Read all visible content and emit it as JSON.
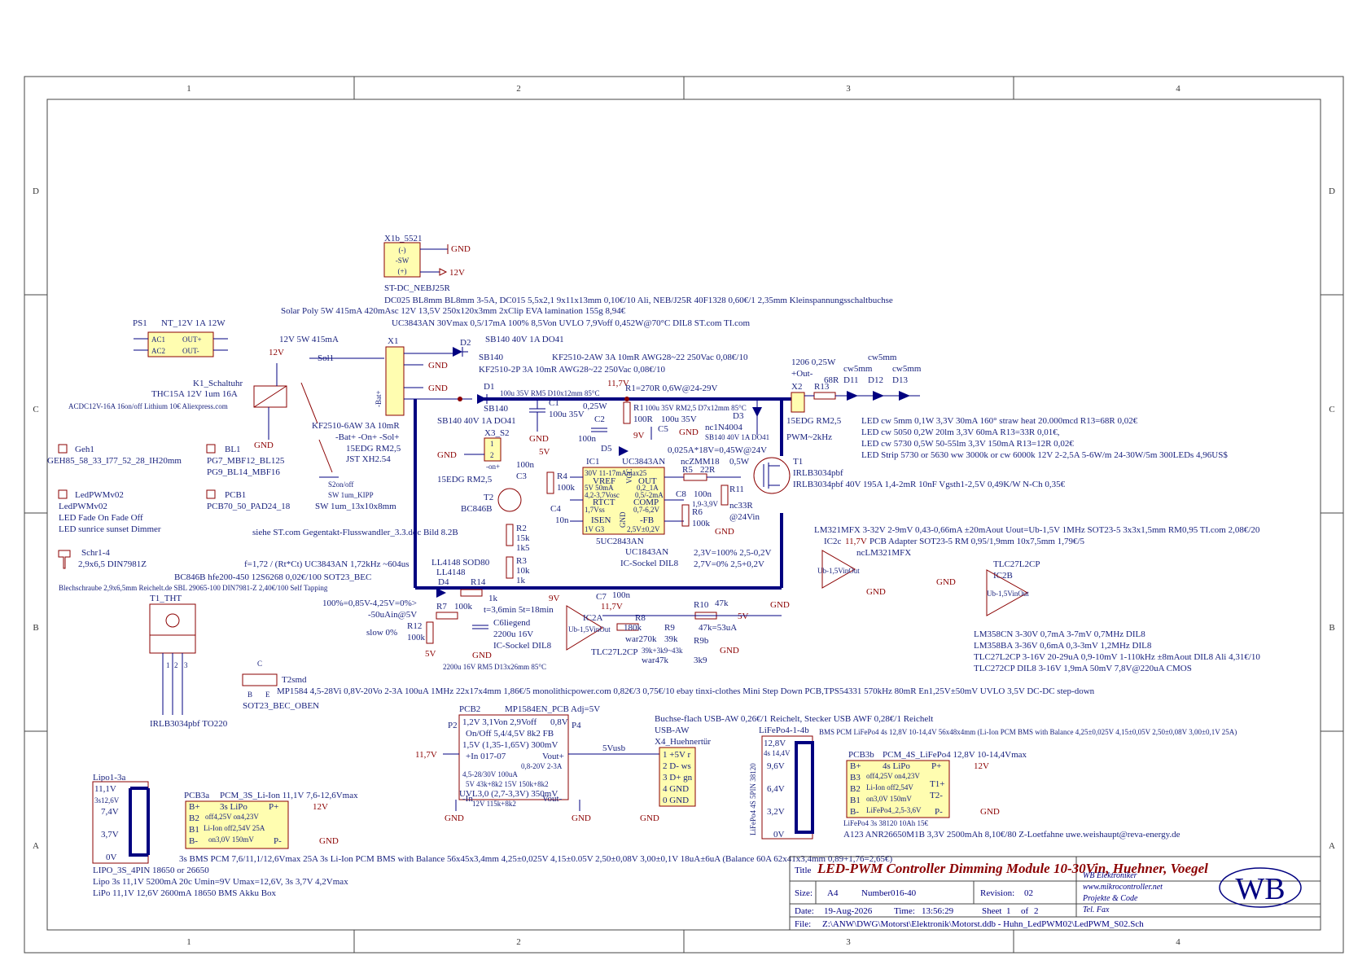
{
  "frame": {
    "cols": [
      "1",
      "2",
      "3",
      "4"
    ],
    "rows": [
      "D",
      "C",
      "B",
      "A"
    ]
  },
  "title_block": {
    "title_label": "Title",
    "title": "LED-PWM Controller Dimming Module 10-30Vin, Huehner, Voegel",
    "size_label": "Size:",
    "size": "A4",
    "number_label": "Number",
    "number": "016-40",
    "revision_label": "Revision:",
    "revision": "02",
    "date_label": "Date:",
    "date": "19-Aug-2026",
    "time_label": "Time:",
    "time": "13:56:29",
    "sheet_label": "Sheet",
    "sheet": "1",
    "of_label": "of",
    "of": "2",
    "file_label": "File:",
    "file": "Z:\\ANW\\DWG\\Motorst\\Elektronik\\Motorst.ddb - Huhn_LedPWM02\\LedPWM_S02.Sch",
    "company": [
      "WB Elektroniker",
      "www.mikrocontroller.net",
      "Projekte & Code",
      "Tel. Fax"
    ],
    "logo": "WB"
  },
  "notes": {
    "x1b_name": "X1b_5521",
    "x1b_pins": [
      "(-)",
      "-SW",
      "(+)"
    ],
    "x1b_part": "ST-DC_NEBJ25R",
    "top1": "DC025 BL8mm BL8mm 3-5A, DC015 5,5x2,1 9x11x13mm 0,10€/10 Ali, NEB/J25R 40F1328 0,60€/1 2,35mm Kleinspannungsschaltbuchse",
    "top2": "Solar Poly 5W 415mA 420mAsc 12V 13,5V 250x120x3mm 2xClip EVA lamination 155g 8,94€",
    "top3": "UC3843AN 30Vmax 0,5/17mA 100% 8,5Von UVLO 7,9Voff 0,452W@70°C DIL8 ST.com TI.com",
    "ps1_name": "PS1",
    "ps1_part": "NT_12V 1A 12W",
    "ps1_pins": [
      "AC1",
      "AC2",
      "OUT+",
      "OUT-"
    ],
    "sol_label": "12V 5W 415mA",
    "sol_net": "Sol1",
    "x1_name": "X1",
    "x1_pin_label": "-Bat+",
    "d2_name": "D2",
    "d2_part": "SB140",
    "d2_desc": "SB140 40V 1A DO41",
    "kf1": "KF2510-2AW 3A 10mR AWG28~22 250Vac 0,08€/10",
    "kf2": "KF2510-2P 3A 10mR AWG28~22 250Vac 0,08€/10",
    "k1_name": "K1_Schaltuhr",
    "k1_part": "THC15A 12V 1um 16A",
    "k1_desc": "ACDC12V-16A 16on/off Lithium 10€ Aliexpress.com",
    "kf3": "KF2510-6AW 3A 10mR",
    "kf3b": "-Bat+ -On+ -Sol+",
    "edg1": "15EDG RM2,5",
    "jst": "JST XH2.54",
    "geh1": "Geh1",
    "geh1_part": "GEH85_58_33_I77_52_28_IH20mm",
    "bl1": "BL1",
    "bl1_part1": "PG7_MBF12_BL125",
    "bl1_part2": "PG9_BL14_MBF16",
    "ledpwm_name": "LedPWMv02",
    "ledpwm_part": "LedPWMv02",
    "ledpwm_d1": "LED Fade On Fade Off",
    "ledpwm_d2": "LED sunrice sunset Dimmer",
    "pcb1": "PCB1",
    "pcb1_part": "PCB70_50_PAD24_18",
    "sw_name": "S2on/off",
    "sw_part": "SW 1um_KIPP",
    "sw_desc": "SW 1um_13x10x8mm",
    "st_note": "siehe ST.com Gegentakt-Flusswandler_3.3.doc Bild 8.2B",
    "schr": "Schr1-4",
    "schr_part": "2,9x6,5 DIN7981Z",
    "schr_desc": "Blechschraube 2,9x6,5mm Reichelt.de SBL 29065-100 DIN7981-Z 2,40€/100 Self Tapping",
    "freq": "f=1,72 / (Rt*Ct) UC3843AN 1,72kHz ~604us",
    "bc846": "BC846B hfe200-450 12S6268 0,02€/100 SOT23_BEC",
    "t1_name": "T1_THT",
    "t1_part": "IRLB3034pbf TO220",
    "t1_pins": [
      "1",
      "2",
      "3"
    ],
    "t2smd": "T2smd",
    "sot23": "SOT23_BEC_OBEN",
    "sot_pins": [
      "C",
      "B",
      "E"
    ],
    "mp1584": "MP1584 4,5-28Vi 0,8V-20Vo 2-3A 100uA 1MHz 22x17x4mm 1,86€/5 monolithicpower.com 0,82€/3 0,75€/10 ebay tinxi-clothes Mini Step Down PCB,TPS54331 570kHz 80mR En1,25V±50mV UVLO 3,5V DC-DC step-down",
    "x3_name": "X3_S2",
    "x3_pins": [
      "1",
      "2"
    ],
    "x3_part": "15EDG RM2,5",
    "x3_lbl": "-on+",
    "d1_name": "D1",
    "d1_part": "SB140",
    "d1_desc": "SB140 40V 1A DO41",
    "c1": "C1",
    "c1_val": "100u 35V",
    "c1_desc": "100u 35V RM5 D10x12mm 85°C",
    "r1": "R1",
    "r1_val": "100R",
    "r1_desc": "R1=270R 0,6W@24-29V",
    "r1_pw": "0,25W",
    "v117": "11,7V",
    "c2": "C2",
    "c2_val": "100n",
    "d5": "D5",
    "v9": "9V",
    "c5": "C5",
    "c5_val": "100u 35V",
    "c5_desc": "100u 35V RM2,5 D7x12mm 85°C",
    "d3": "D3",
    "d3_part": "nc1N4004",
    "d3_desc": "SB140 40V 1A DO41",
    "pdesc": "0,025A*18V=0,45W@24V",
    "zmm": "ncZMM18",
    "zmm_pw": "0,5W",
    "ic1": "IC1",
    "ic1_part": "UC3843AN",
    "ic1_pins": [
      "VREF",
      "RTCT",
      "ISEN",
      "OUT",
      "COMP",
      "-FB",
      "GND",
      "VCC"
    ],
    "ic1_spec1": "30V 11-17mAmax25",
    "ic1_spec2": "5V 50mA",
    "ic1_spec3": "4,2-3,7Vosc",
    "ic1_spec4": "1,7Vss",
    "ic1_spec5": "1V G3",
    "ic1_spec6": "0,2_1A",
    "ic1_spec7": "0,5/-2mA",
    "ic1_spec8": "0,7-6,2V",
    "ic1_spec9": "2,5V±0,2V",
    "ic1_alt1": "5UC2843AN",
    "ic1_alt2": "UC1843AN",
    "ic1_sock": "IC-Sockel DIL8",
    "r5": "R5",
    "r5_val": "22R",
    "r11": "R11",
    "r11_val": "nc33R",
    "r11_v": "@24Vin",
    "c8": "C8",
    "c8_val": "100n",
    "c8_v": "1,9-3,9V",
    "r6": "R6",
    "r6_val": "100k",
    "pwm1": "2,3V=100% 2,5-0,2V",
    "pwm2": "2,7V=0% 2,5+0,2V",
    "t1": "T1",
    "t1_mos": "IRLB3034pbf",
    "t1_desc": "IRLB3034pbf 40V 195A 1,4-2mR 10nF Vgsth1-2,5V 0,49K/W N-Ch 0,35€",
    "r13": "R13",
    "r13_val": "68R",
    "r13_pw": "1206 0,25W",
    "x2": "X2",
    "x2_lbl": "+Out-",
    "x2_part": "15EDG RM2,5",
    "pwm": "PWM~2kHz",
    "cw5mm": "cw5mm",
    "leds": [
      "D11",
      "D12",
      "D13"
    ],
    "led1": "LED cw 5mm 0,1W 3,3V 30mA 160° straw heat 20.000mcd R13=68R 0,02€",
    "led2": "LED cw 5050 0,2W 20lm 3,3V 60mA R13=33R 0,01€,",
    "led3": "LED cw 5730 0,5W 50-55lm 3,3V 150mA R13=12R 0,02€",
    "led4": "LED Strip 5730 or 5630 ww 3000k or cw 6000k 12V 2-2,5A 5-6W/m 24-30W/5m 300LEDs 4,96US$",
    "t2": "T2",
    "t2_part": "BC846B",
    "c3": "C3",
    "c3_val": "100n",
    "r4": "R4",
    "r4_val": "100k",
    "r2": "R2",
    "r2_val1": "15k",
    "r2_val2": "1k5",
    "c4": "C4",
    "c4_val": "10n",
    "r3": "R3",
    "r3_val1": "10k",
    "r3_val2": "1k",
    "v5": "5V",
    "d4": "D4",
    "d4_part": "LL4148",
    "d4_desc": "LL4148 SOD80",
    "r14": "R14",
    "r14_val": "1k",
    "r7": "R7",
    "r7_val": "100k",
    "t3": "t=3,6min 5t=18min",
    "c6": "C6liegend",
    "c6_val": "2200u 16V",
    "c6_desc": "2200u 16V RM5 D13x26mm 85°C",
    "r12": "R12",
    "r12_val": "100k",
    "pct1": "100%=0,85V-4,25V=0%>",
    "pct2": "-50uAin@5V",
    "slow": "slow 0%",
    "c7": "C7",
    "c7_val": "100n",
    "ic2a": "IC2A",
    "ic2a_part": "TLC27L2CP",
    "ic2_sock": "IC-Sockel DIL8",
    "r8": "R8",
    "r8_val": "180k",
    "r8_war": "war270k",
    "r9": "R9",
    "r9_val": "39k",
    "r9_desc": "39k+3k9~43k",
    "r9_war": "war47k",
    "r9b": "R9b",
    "r9b_val": "3k9",
    "r10": "R10",
    "r10_val": "47k",
    "r10_desc": "47k=53uA",
    "lm321": "LM321MFX 3-32V 2-9mV 0,43-0,66mA ±20mAout Uout=Ub-1,5V 1MHz SOT23-5 3x3x1,5mm RM0,95 TI.com 2,08€/20",
    "ic2c": "IC2c",
    "pcb_adapter": "PCB Adapter SOT23-5 RM 0,95/1,9mm 10x7,5mm 1,79€/5",
    "ncLM": "ncLM321MFX",
    "tlc_name": "TLC27L2CP",
    "ic2b": "IC2B",
    "ub": "Ub-1,5VinOut",
    "lm358a": "LM358CN 3-30V 0,7mA 3-7mV 0,7MHz DIL8",
    "lm358b": "LM358BA 3-36V 0,6mA 0,3-3mV 1,2MHz DIL8",
    "tlc1": "TLC27L2CP 3-16V 20-29uA 0,9-10mV 1-110kHz ±8mAout DIL8 Ali 4,31€/10",
    "tlc2": "TLC272CP DIL8 3-16V 1,9mA 50mV 7,8V@220uA CMOS",
    "pcb2": "PCB2",
    "pcb2_part": "MP1584EN_PCB Adj=5V",
    "pcb2_lines": [
      "1,2V 3,1Von 2,9Voff",
      "On/Off 5,4/4,5V 8k2 FB",
      "1,5V (1,35-1,65V) 300mV",
      "+In   017-07",
      "0,8-20V 2-3A",
      "4,5-28/30V 100uA",
      "5V 43k+8k2   15V 150k+8k2",
      "UVL3,0 (2,7-3,3V) 350mV",
      "12V 115k+8k2"
    ],
    "pcb2_pins": [
      "P2",
      "P4",
      "Vout+",
      "Vout-",
      "-In",
      "0,8V"
    ],
    "vusb": "5Vusb",
    "usb_note": "Buchse-flach USB-AW 0,26€/1 Reichelt, Stecker USB AWF 0,28€/1 Reichelt",
    "usb_aw": "USB-AW",
    "x4": "X4_Huehnertür",
    "x4_pins": [
      "1 +5V r",
      "2 D- ws",
      "3 D+ gn",
      "4 GND",
      "0 GND"
    ],
    "lipo": "Lipo1-3a",
    "lipo_v": [
      "11,1V",
      "3s12,6V",
      "7,4V",
      "3,7V",
      "0V"
    ],
    "lipo_name": "LIPO_3S_4PIN 18650 or 26650",
    "lipo_d1": "Lipo 3s 11,1V 5200mA 20c Umin=9V Umax=12,6V, 3s 3,7V 4,2Vmax",
    "lipo_d2": "LiPo 11,1V 12,6V 2600mA 18650 BMS Akku Box",
    "pcb3a": "PCB3a",
    "pcb3a_part": "PCM_3S_Li-Ion 11,1V 7,6-12,6Vmax",
    "pcb3a_inner": [
      "3s LiPo",
      "B+",
      "P+",
      "B2",
      "off4,25V on4,23V",
      "B1",
      "Li-Ion off2,54V 25A",
      "B-",
      "on3,0V 150mV",
      "P-"
    ],
    "bms3s": "3s BMS PCM 7,6/11,1/12,6Vmax 25A 3s Li-Ion PCM BMS with Balance 56x45x3,4mm 4,25±0,025V 4,15±0.05V 2,50±0,08V 3,00±0,1V 18uA±6uA (Balance 60A 62x41x3,4mm 0,89+1,76=2,65€)",
    "lifepo": "LiFePo4-1-4b",
    "lifepo_v": [
      "12,8V",
      "4s 14,4V",
      "9,6V",
      "6,4V",
      "3,2V",
      "0V"
    ],
    "lifepo_side": "LiFePo4 4S 5PIN 38120",
    "bms4s": "BMS PCM LiFePo4 4s 12,8V 10-14,4V 56x48x4mm (Li-Ion PCM BMS with Balance 4,25±0,025V 4,15±0,05V 2,50±0,08V 3,00±0,1V 25A)",
    "pcb3b": "PCB3b",
    "pcb3b_part": "PCM_4S_LiFePo4 12,8V 10-14,4Vmax",
    "pcb3b_inner": [
      "4s LiPo",
      "B+",
      "P+",
      "B3",
      "off4,25V on4,23V",
      "B2",
      "Li-Ion off2,54V",
      "B1",
      "on3,0V 150mV",
      "B-",
      "LiFePo4_2,5-3,6V",
      "T1+",
      "T2-",
      "P-"
    ],
    "lifepo_cell": "LiFePo4 3s 38120 10Ah 15€",
    "a123": "A123 ANR26650M1B 3,3V 2500mAh 8,10€/80 Z-Loetfahne uwe.weishaupt@reva-energy.de"
  },
  "nets": {
    "gnd": "GND",
    "v12": "12V",
    "v117": "11,7V",
    "v9": "9V",
    "v5": "5V"
  }
}
